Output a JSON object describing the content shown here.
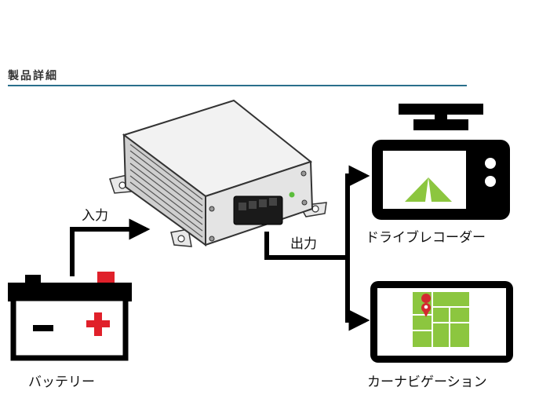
{
  "section": {
    "heading": "製品詳細"
  },
  "diagram": {
    "input_label": "入力",
    "output_label": "出力",
    "battery_label": "バッテリー",
    "recorder_label": "ドライブレコーダー",
    "navigation_label": "カーナビゲーション"
  },
  "colors": {
    "rule": "#2a6f8c",
    "battery_plus": "#e0202a",
    "road_green": "#8cc63f",
    "map_green": "#8cc63f",
    "pin_red": "#d3292f",
    "led_green": "#5bbd3b"
  },
  "icons": [
    "battery-icon",
    "converter-unit-icon",
    "drive-recorder-icon",
    "car-navigation-icon",
    "map-pin-icon"
  ]
}
